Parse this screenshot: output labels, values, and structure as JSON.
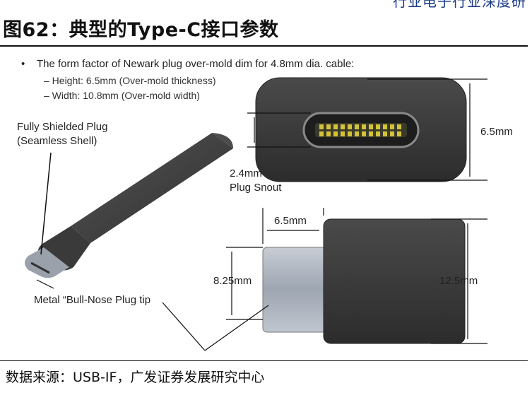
{
  "header_fragment": "行业电子行业深度研",
  "figure": {
    "title": "图62：典型的Type-C接口参数",
    "bullet": "The form factor of Newark plug over-mold dim for 4.8mm dia. cable:",
    "sub_items": [
      "–  Height: 6.5mm (Over-mold thickness)",
      "–  Width: 10.8mm (Over-mold width)"
    ],
    "labels": {
      "shielded_line1": "Fully Shielded Plug",
      "shielded_line2": "(Seamless Shell)",
      "snout_value": "2.4mm",
      "snout_name": "Plug Snout",
      "height_top": "6.5mm",
      "snout_len": "6.5mm",
      "width_825": "8.25mm",
      "width_125": "12.5mm",
      "tip": "Metal “Bull-Nose Plug tip"
    }
  },
  "source": "数据来源：USB-IF，广发证券发展研究中心",
  "colors": {
    "header_blue": "#1a3a8a",
    "plug_dark": "#3e3e3e",
    "metal": "#a9b0bc"
  }
}
